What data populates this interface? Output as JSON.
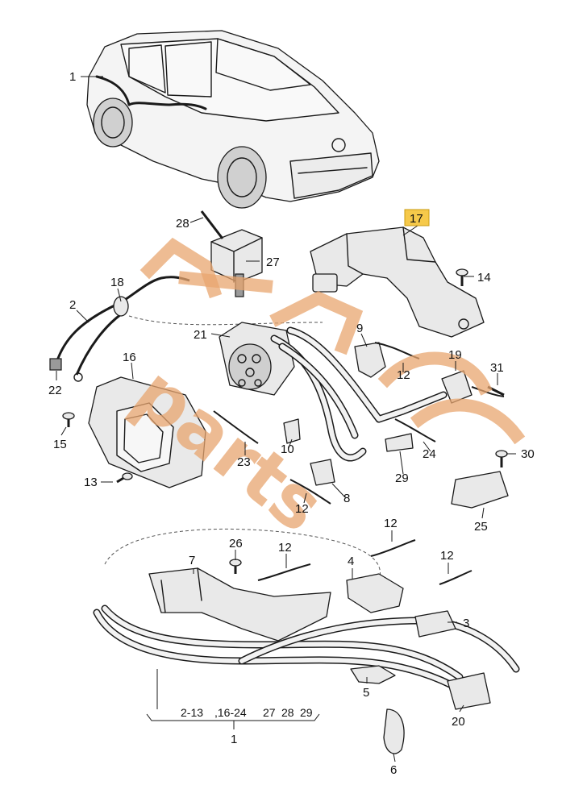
{
  "callouts": [
    {
      "id": "c1",
      "label": "1"
    },
    {
      "id": "c28",
      "label": "28"
    },
    {
      "id": "c27",
      "label": "27"
    },
    {
      "id": "c17",
      "label": "17"
    },
    {
      "id": "c14",
      "label": "14"
    },
    {
      "id": "c18",
      "label": "18"
    },
    {
      "id": "c2",
      "label": "2"
    },
    {
      "id": "c21",
      "label": "21"
    },
    {
      "id": "c9",
      "label": "9"
    },
    {
      "id": "c16",
      "label": "16"
    },
    {
      "id": "c12a",
      "label": "12"
    },
    {
      "id": "c19",
      "label": "19"
    },
    {
      "id": "c31",
      "label": "31"
    },
    {
      "id": "c22",
      "label": "22"
    },
    {
      "id": "c15",
      "label": "15"
    },
    {
      "id": "c10",
      "label": "10"
    },
    {
      "id": "c23",
      "label": "23"
    },
    {
      "id": "c24",
      "label": "24"
    },
    {
      "id": "c30",
      "label": "30"
    },
    {
      "id": "c29",
      "label": "29"
    },
    {
      "id": "c13",
      "label": "13"
    },
    {
      "id": "c8",
      "label": "8"
    },
    {
      "id": "c12b",
      "label": "12"
    },
    {
      "id": "c25",
      "label": "25"
    },
    {
      "id": "c26",
      "label": "26"
    },
    {
      "id": "c12c",
      "label": "12"
    },
    {
      "id": "c12d",
      "label": "12"
    },
    {
      "id": "c12e",
      "label": "12"
    },
    {
      "id": "c7",
      "label": "7"
    },
    {
      "id": "c4",
      "label": "4"
    },
    {
      "id": "c3",
      "label": "3"
    },
    {
      "id": "c5",
      "label": "5"
    },
    {
      "id": "c20",
      "label": "20"
    },
    {
      "id": "c6",
      "label": "6"
    }
  ],
  "highlighted_callout": "17",
  "colors": {
    "highlight": "#f6c94a",
    "watermark": "#e8a56f"
  },
  "bracket": {
    "groups": [
      "2-13",
      ",16-24",
      "27",
      "28",
      "29"
    ],
    "assembly_label": "1"
  },
  "watermark": {
    "text": "parts"
  }
}
